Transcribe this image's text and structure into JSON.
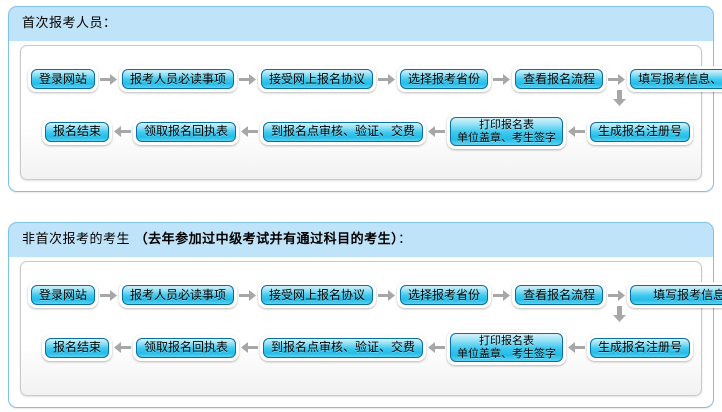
{
  "sections": [
    {
      "title_plain": "首次报考人员",
      "title_bold": "",
      "title_suffix": "：",
      "row1": [
        {
          "label": "登录网站"
        },
        {
          "label": "报考人员必读事项"
        },
        {
          "label": "接受网上报名协议"
        },
        {
          "label": "选择报考省份"
        },
        {
          "label": "查看报名流程"
        },
        {
          "label": "填写报考信息、照片上传"
        }
      ],
      "row2": [
        {
          "label": "报名结束"
        },
        {
          "label": "领取报名回执表"
        },
        {
          "label": "到报名点审核、验证、交费"
        },
        {
          "label_line1": "打印报名表",
          "label_line2": "单位盖章、考生签字",
          "two_line": true
        },
        {
          "label": "生成报名注册号"
        }
      ],
      "arrow_right": "→",
      "arrow_left": "←",
      "arrow_down": "↓"
    },
    {
      "title_plain": "非首次报考的考生 ",
      "title_bold": "（去年参加过中级考试并有通过科目的考生）",
      "title_suffix": "：",
      "row1": [
        {
          "label": "登录网站"
        },
        {
          "label": "报考人员必读事项"
        },
        {
          "label": "接受网上报名协议"
        },
        {
          "label": "选择报考省份"
        },
        {
          "label": "查看报名流程"
        },
        {
          "label": "填写报考信息",
          "wide": true
        }
      ],
      "row2": [
        {
          "label": "报名结束"
        },
        {
          "label": "领取报名回执表"
        },
        {
          "label": "到报名点审核、验证、交费"
        },
        {
          "label_line1": "打印报名表",
          "label_line2": "单位盖章、考生签字",
          "two_line": true
        },
        {
          "label": "生成报名注册号"
        }
      ],
      "arrow_right": "→",
      "arrow_left": "←",
      "arrow_down": "↓"
    }
  ],
  "colors": {
    "panel_border": "#7ec2e8",
    "panel_header": "#bfe3f8",
    "button_fill_top": "#d6f2fb",
    "button_fill_mid": "#22bde8",
    "button_border": "#0a6f9e",
    "arrow": "#a7a7a7",
    "inner_border": "#c9c9c9"
  }
}
